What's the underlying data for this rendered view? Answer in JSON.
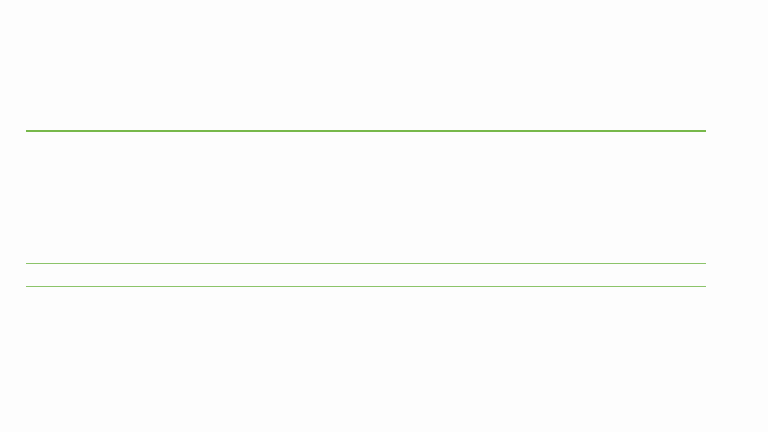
{
  "colors": {
    "background": "#fdfdfd",
    "divider_top": "#77b84a",
    "divider_mid": "#8cc46a",
    "divider_bottom": "#8cc46a"
  },
  "dividers": [
    {
      "name": "top-divider",
      "color_key": "divider_top"
    },
    {
      "name": "middle-divider",
      "color_key": "divider_mid"
    },
    {
      "name": "bottom-divider",
      "color_key": "divider_bottom"
    }
  ]
}
